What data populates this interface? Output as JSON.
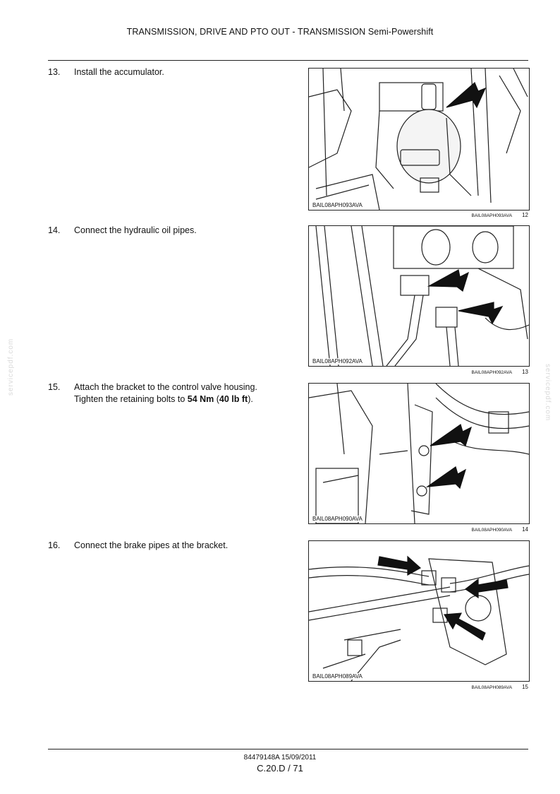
{
  "header": {
    "title": "TRANSMISSION, DRIVE AND PTO OUT - TRANSMISSION Semi-Powershift"
  },
  "steps": [
    {
      "number": "13.",
      "text": "Install the accumulator."
    },
    {
      "number": "14.",
      "text": "Connect the hydraulic oil pipes."
    },
    {
      "number": "15.",
      "text_before": "Attach the bracket to the control valve housing. Tighten the retaining bolts to ",
      "torque_nm": "54 Nm",
      "paren_open": " (",
      "torque_lbft": "40 lb ft",
      "paren_close": ")."
    },
    {
      "number": "16.",
      "text": "Connect the brake pipes at the bracket."
    }
  ],
  "figures": [
    {
      "code": "BAIL08APH093AVA",
      "number": "12",
      "illustration": "accumulator-installation"
    },
    {
      "code": "BAIL08APH092AVA",
      "number": "13",
      "illustration": "hydraulic-oil-pipes"
    },
    {
      "code": "BAIL08APH090AVA",
      "number": "14",
      "illustration": "bracket-retaining-bolts"
    },
    {
      "code": "BAIL08APH089AVA",
      "number": "15",
      "illustration": "brake-pipes-bracket"
    }
  ],
  "watermark": "servicepdf.com",
  "footer": {
    "doc_number": "84479148A 15/09/2011",
    "page": "C.20.D / 71"
  }
}
